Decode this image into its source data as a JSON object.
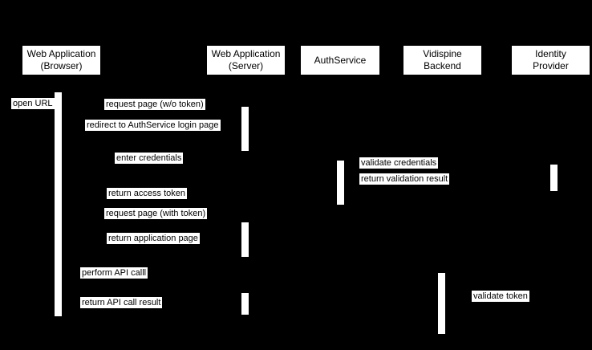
{
  "colors": {
    "background": "#000000",
    "box_fill": "#ffffff",
    "box_text": "#000000",
    "label_fill": "#ffffff",
    "label_text": "#000000"
  },
  "participants": [
    {
      "label": "Web Application\n(Browser)"
    },
    {
      "label": "Web Application\n(Server)"
    },
    {
      "label": "AuthService"
    },
    {
      "label": "Vidispine\nBackend"
    },
    {
      "label": "Identity\nProvider"
    }
  ],
  "messages": [
    {
      "label": "open URL"
    },
    {
      "label": "request page (w/o token)"
    },
    {
      "label": "redirect to AuthService login page"
    },
    {
      "label": "enter credentials"
    },
    {
      "label": "validate credentials"
    },
    {
      "label": "return validation result"
    },
    {
      "label": "return access token"
    },
    {
      "label": "request page (with token)"
    },
    {
      "label": "return application page"
    },
    {
      "label": "perform API calll"
    },
    {
      "label": "return API call result"
    },
    {
      "label": "validate token"
    }
  ]
}
